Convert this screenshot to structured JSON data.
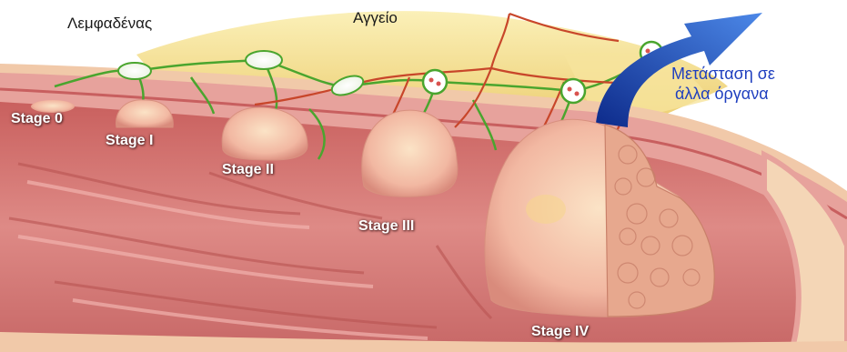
{
  "labels": {
    "lymph_node": "Λεμφαδένας",
    "vessel": "Αγγείο",
    "metastasis_line1": "Μετάσταση σε",
    "metastasis_line2": "άλλα όργανα"
  },
  "stages": [
    "Stage 0",
    "Stage I",
    "Stage II",
    "Stage III",
    "Stage IV"
  ],
  "colors": {
    "lumen": "#d77a78",
    "wall": "#e7a29c",
    "fat": "#f4dd8c",
    "lymph": "#4aa52e",
    "vessel": "#c8462a",
    "tumor": "#f0b7a4",
    "arrow": "#1f3fbf",
    "label_blue": "#1f3fbf"
  }
}
